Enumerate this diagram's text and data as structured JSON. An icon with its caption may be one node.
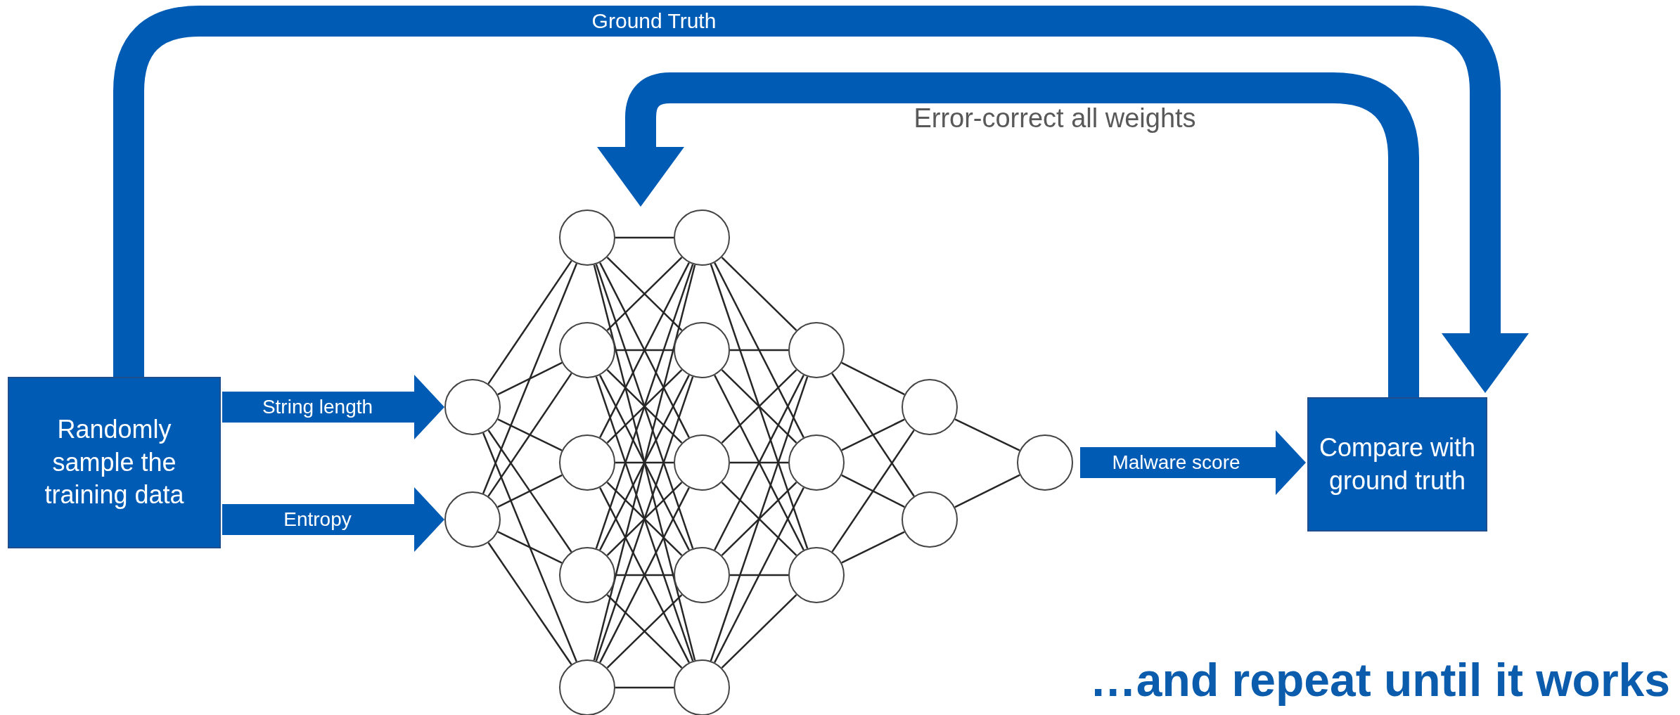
{
  "diagram": {
    "nodes": [
      {
        "text": [
          "Randomly sample the training data"
        ]
      },
      {
        "text": [],
        "shape": "circle"
      },
      {
        "text": [],
        "shape": "circle"
      },
      {
        "text": [],
        "shape": "circle"
      },
      {
        "text": [],
        "shape": "circle"
      },
      {
        "text": [],
        "shape": "circle"
      },
      {
        "text": [],
        "shape": "circle"
      },
      {
        "text": [],
        "shape": "circle"
      },
      {
        "text": [],
        "shape": "circle"
      },
      {
        "text": [],
        "shape": "circle"
      },
      {
        "text": [],
        "shape": "circle"
      },
      {
        "text": [],
        "shape": "circle"
      },
      {
        "text": [],
        "shape": "circle"
      },
      {
        "text": [],
        "shape": "circle"
      },
      {
        "text": [],
        "shape": "circle"
      },
      {
        "text": [],
        "shape": "circle"
      },
      {
        "text": [],
        "shape": "circle"
      },
      {
        "text": [],
        "shape": "circle"
      },
      {
        "text": [],
        "shape": "circle"
      },
      {
        "text": [
          "Compare with ground truth"
        ]
      }
    ],
    "edges": [
      {
        "from": 0,
        "to": 19,
        "arrow": "to",
        "label": "Ground Truth",
        "style": "thick",
        "color": "#005bb5"
      },
      {
        "from": 19,
        "to": 3,
        "arrow": "to",
        "label": "Error-correct all weights",
        "style": "thick",
        "color": "#005bb5"
      },
      {
        "from": 0,
        "to": 1,
        "arrow": "to",
        "label": "String length",
        "style": "thick",
        "color": "#005bb5"
      },
      {
        "from": 0,
        "to": 2,
        "arrow": "to",
        "label": "Entropy",
        "style": "thick",
        "color": "#005bb5"
      },
      {
        "from": 1,
        "to": 3,
        "arrow": "none"
      },
      {
        "from": 1,
        "to": 4,
        "arrow": "none"
      },
      {
        "from": 1,
        "to": 5,
        "arrow": "none"
      },
      {
        "from": 1,
        "to": 6,
        "arrow": "none"
      },
      {
        "from": 1,
        "to": 7,
        "arrow": "none"
      },
      {
        "from": 2,
        "to": 3,
        "arrow": "none"
      },
      {
        "from": 2,
        "to": 4,
        "arrow": "none"
      },
      {
        "from": 2,
        "to": 5,
        "arrow": "none"
      },
      {
        "from": 2,
        "to": 6,
        "arrow": "none"
      },
      {
        "from": 2,
        "to": 7,
        "arrow": "none"
      },
      {
        "from": 3,
        "to": 8,
        "arrow": "none"
      },
      {
        "from": 3,
        "to": 9,
        "arrow": "none"
      },
      {
        "from": 3,
        "to": 10,
        "arrow": "none"
      },
      {
        "from": 3,
        "to": 11,
        "arrow": "none"
      },
      {
        "from": 3,
        "to": 12,
        "arrow": "none"
      },
      {
        "from": 4,
        "to": 8,
        "arrow": "none"
      },
      {
        "from": 4,
        "to": 9,
        "arrow": "none"
      },
      {
        "from": 4,
        "to": 10,
        "arrow": "none"
      },
      {
        "from": 4,
        "to": 11,
        "arrow": "none"
      },
      {
        "from": 4,
        "to": 12,
        "arrow": "none"
      },
      {
        "from": 5,
        "to": 8,
        "arrow": "none"
      },
      {
        "from": 5,
        "to": 9,
        "arrow": "none"
      },
      {
        "from": 5,
        "to": 10,
        "arrow": "none"
      },
      {
        "from": 5,
        "to": 11,
        "arrow": "none"
      },
      {
        "from": 5,
        "to": 12,
        "arrow": "none"
      },
      {
        "from": 6,
        "to": 8,
        "arrow": "none"
      },
      {
        "from": 6,
        "to": 9,
        "arrow": "none"
      },
      {
        "from": 6,
        "to": 10,
        "arrow": "none"
      },
      {
        "from": 6,
        "to": 11,
        "arrow": "none"
      },
      {
        "from": 6,
        "to": 12,
        "arrow": "none"
      },
      {
        "from": 7,
        "to": 8,
        "arrow": "none"
      },
      {
        "from": 7,
        "to": 9,
        "arrow": "none"
      },
      {
        "from": 7,
        "to": 10,
        "arrow": "none"
      },
      {
        "from": 7,
        "to": 11,
        "arrow": "none"
      },
      {
        "from": 7,
        "to": 12,
        "arrow": "none"
      },
      {
        "from": 8,
        "to": 13,
        "arrow": "none"
      },
      {
        "from": 8,
        "to": 14,
        "arrow": "none"
      },
      {
        "from": 8,
        "to": 15,
        "arrow": "none"
      },
      {
        "from": 9,
        "to": 13,
        "arrow": "none"
      },
      {
        "from": 9,
        "to": 14,
        "arrow": "none"
      },
      {
        "from": 9,
        "to": 15,
        "arrow": "none"
      },
      {
        "from": 10,
        "to": 13,
        "arrow": "none"
      },
      {
        "from": 10,
        "to": 14,
        "arrow": "none"
      },
      {
        "from": 10,
        "to": 15,
        "arrow": "none"
      },
      {
        "from": 11,
        "to": 13,
        "arrow": "none"
      },
      {
        "from": 11,
        "to": 14,
        "arrow": "none"
      },
      {
        "from": 11,
        "to": 15,
        "arrow": "none"
      },
      {
        "from": 12,
        "to": 13,
        "arrow": "none"
      },
      {
        "from": 12,
        "to": 14,
        "arrow": "none"
      },
      {
        "from": 12,
        "to": 15,
        "arrow": "none"
      },
      {
        "from": 13,
        "to": 16,
        "arrow": "none"
      },
      {
        "from": 13,
        "to": 17,
        "arrow": "none"
      },
      {
        "from": 14,
        "to": 16,
        "arrow": "none"
      },
      {
        "from": 14,
        "to": 17,
        "arrow": "none"
      },
      {
        "from": 15,
        "to": 16,
        "arrow": "none"
      },
      {
        "from": 15,
        "to": 17,
        "arrow": "none"
      },
      {
        "from": 16,
        "to": 18,
        "arrow": "none"
      },
      {
        "from": 17,
        "to": 18,
        "arrow": "none"
      },
      {
        "from": 18,
        "to": 19,
        "arrow": "to",
        "label": "Malware score",
        "style": "thick",
        "color": "#005bb5"
      }
    ],
    "labels": [
      "…and repeat until it works"
    ]
  }
}
